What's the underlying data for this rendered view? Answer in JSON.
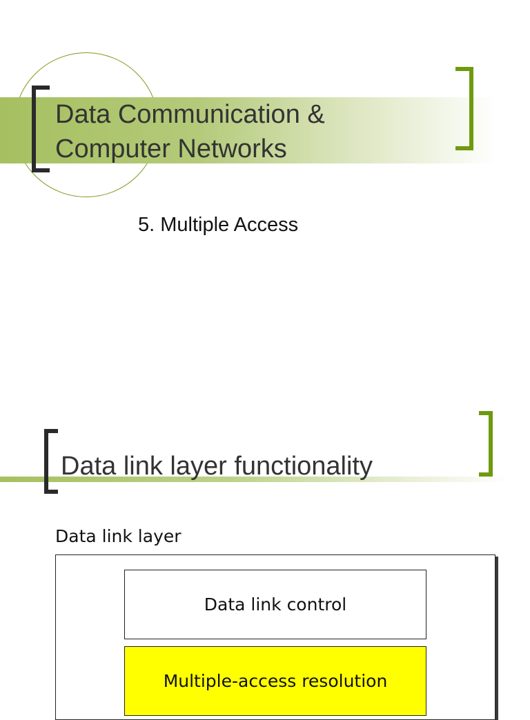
{
  "slide1": {
    "title_line1": "Data Communication &",
    "title_line2": "Computer Networks",
    "subtitle": "5. Multiple Access"
  },
  "slide2": {
    "title": "Data link layer functionality",
    "diagram": {
      "caption": "Data link layer",
      "boxes": [
        {
          "label": "Data link control",
          "fill": "#ffffff"
        },
        {
          "label": "Multiple-access resolution",
          "fill": "#ffff00"
        }
      ]
    }
  },
  "colors": {
    "accent_green": "#6f9a0f",
    "band_green": "#a6c060",
    "bracket_dark": "#2a2a2a",
    "highlight_yellow": "#ffff00"
  }
}
